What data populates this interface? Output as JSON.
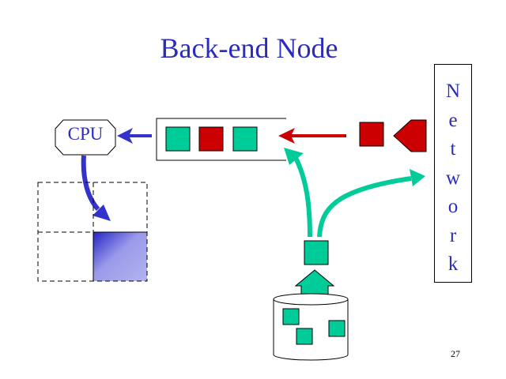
{
  "slide": {
    "title": "Back-end Node",
    "cpu_label": "CPU",
    "network_letters": [
      "N",
      "e",
      "t",
      "w",
      "o",
      "r",
      "k"
    ],
    "page_number": "27"
  },
  "colors": {
    "text_blue": "#2b2bbf",
    "teal": "#00cc99",
    "red": "#cc0000",
    "arrow_blue": "#3333cc",
    "shade_blue": "#aaaaee"
  },
  "icons": {
    "cpu": "octagon-shape",
    "disk": "cylinder-shape",
    "queue": "open-rectangle-queue",
    "grid": "dashed-2x2-grid"
  }
}
